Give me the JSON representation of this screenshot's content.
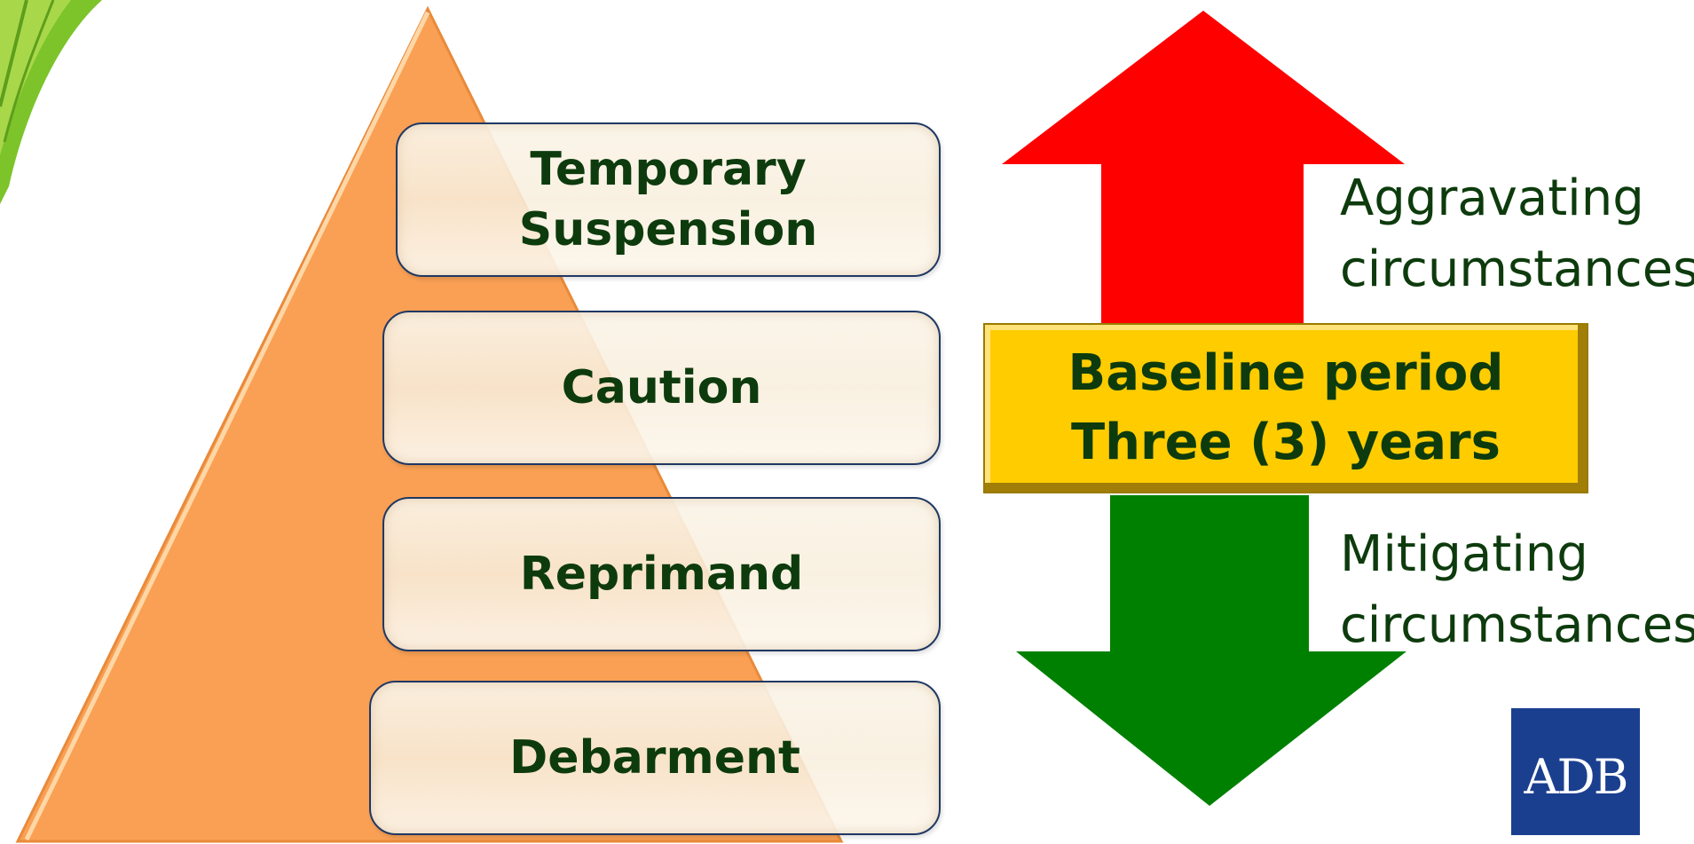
{
  "tiers": [
    {
      "label": "Temporary\nSuspension"
    },
    {
      "label": "Caution"
    },
    {
      "label": "Reprimand"
    },
    {
      "label": "Debarment"
    }
  ],
  "baseline": {
    "label": "Baseline period\nThree (3) years"
  },
  "arrows": {
    "up": {
      "color": "#ff0000",
      "label": "Aggravating\ncircumstances"
    },
    "down": {
      "color": "#008000",
      "label": "Mitigating\ncircumstances"
    }
  },
  "logo": {
    "text": "ADB",
    "color": "#1b3f8f"
  },
  "colors": {
    "pyramid": "#f9a054",
    "text": "#0d3b0d",
    "baseline": "#ffcc00",
    "leaf": "#7cc42a"
  }
}
